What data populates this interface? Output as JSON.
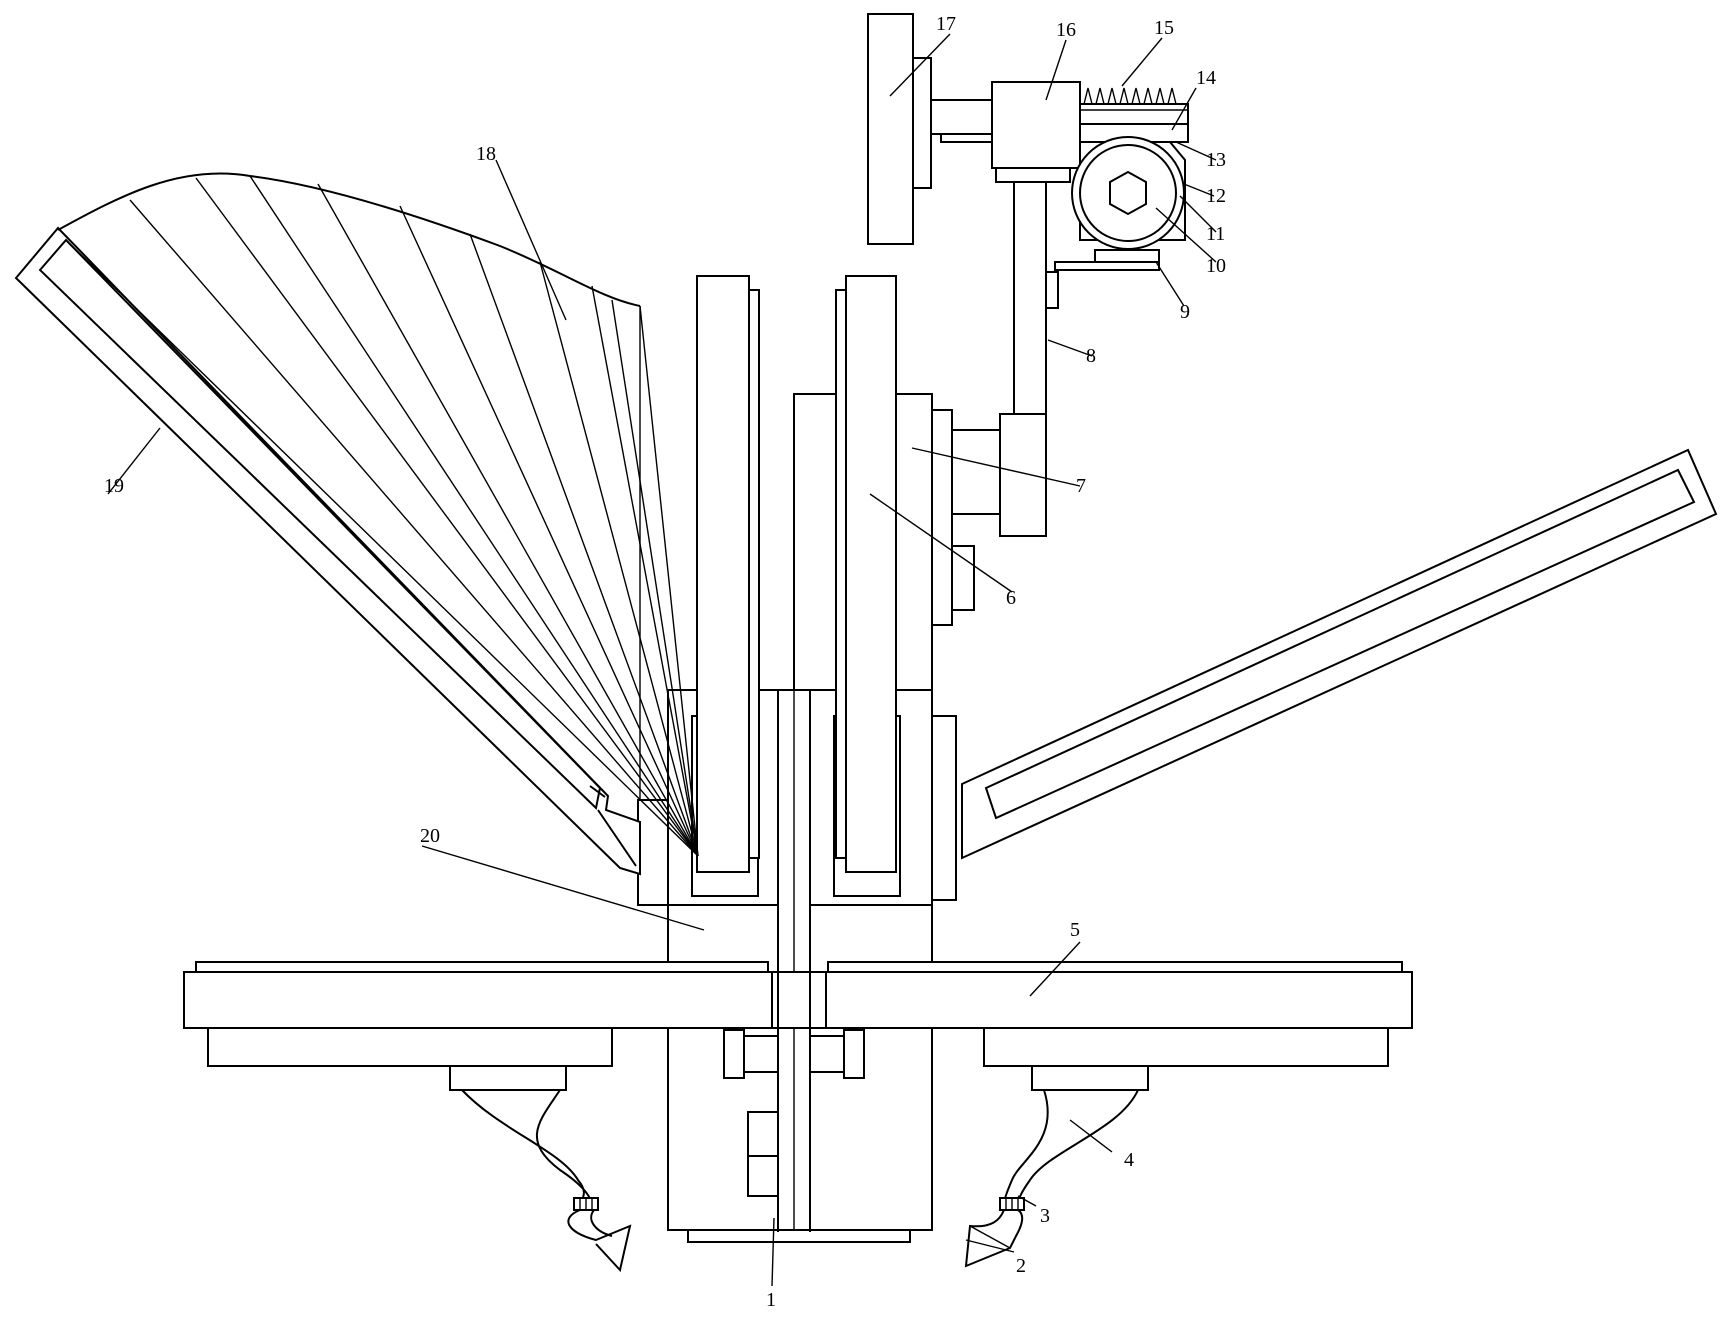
{
  "figure": {
    "labels": {
      "n1": "1",
      "n2": "2",
      "n3": "3",
      "n4": "4",
      "n5": "5",
      "n6": "6",
      "n7": "7",
      "n8": "8",
      "n9": "9",
      "n10": "10",
      "n11": "11",
      "n12": "12",
      "n13": "13",
      "n14": "14",
      "n15": "15",
      "n16": "16",
      "n17": "17",
      "n18": "18",
      "n19": "19",
      "n20": "20"
    }
  }
}
